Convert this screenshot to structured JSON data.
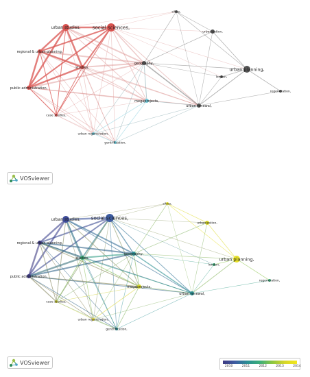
{
  "nodes": [
    {
      "id": "social_sciences",
      "label": "social sciences,"
    },
    {
      "id": "urban_studies",
      "label": "urban studies,"
    },
    {
      "id": "regional_urban_planning",
      "label": "regional & urban planning,"
    },
    {
      "id": "public_administration",
      "label": "public administration,"
    },
    {
      "id": "studies",
      "label": "studies,"
    },
    {
      "id": "geography",
      "label": "geography,"
    },
    {
      "id": "megaprojects",
      "label": "megaprojects,"
    },
    {
      "id": "case_studies",
      "label": "case studies,"
    },
    {
      "id": "urban_regeneration",
      "label": "urban regeneration,"
    },
    {
      "id": "gentrification",
      "label": "gentrification,"
    },
    {
      "id": "urban_renewal",
      "label": "urban renewal,"
    },
    {
      "id": "urban_planning",
      "label": "urban planning,"
    },
    {
      "id": "urbanization",
      "label": "urbanization,"
    },
    {
      "id": "london",
      "label": "london,"
    },
    {
      "id": "regeneration",
      "label": "regeneration,"
    },
    {
      "id": "cities",
      "label": "cities,"
    }
  ],
  "badges": {
    "top": "VOSviewer",
    "bottom": "VOSviewer"
  },
  "colorbar": {
    "ticks": [
      "2010",
      "2011",
      "2012",
      "2013",
      "2014"
    ]
  },
  "colors": {
    "cluster_red": "#d9534f",
    "cluster_cyan": "#6ec6d6",
    "cluster_grey": "#555555",
    "year_low": "#3d3a82",
    "year_high": "#f2e71c"
  }
}
